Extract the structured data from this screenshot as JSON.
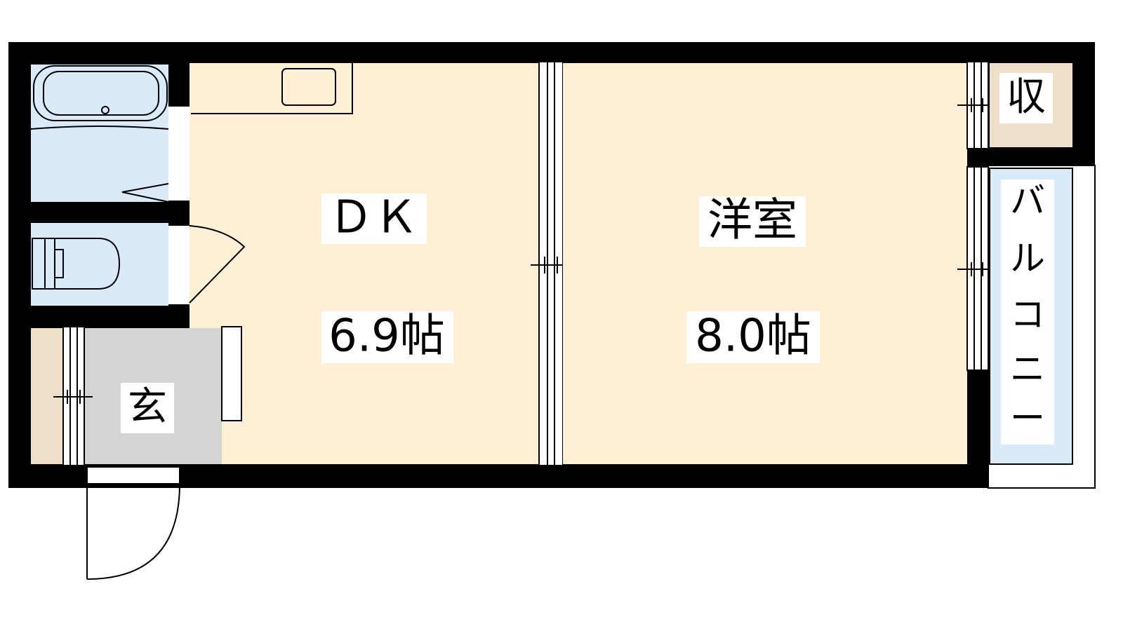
{
  "colors": {
    "wall": "#000000",
    "room_floor": "#fdf0d4",
    "wet_area": "#dbeaf8",
    "storage": "#eedfc8",
    "entrance": "#d4d4d4",
    "background": "#ffffff"
  },
  "rooms": {
    "dk": {
      "name": "ＤＫ",
      "area": "6.9帖"
    },
    "western": {
      "name": "洋室",
      "area": "8.0帖"
    },
    "storage": {
      "name": "収"
    },
    "entrance": {
      "name": "玄"
    },
    "balcony": {
      "name_chars": [
        "バ",
        "ル",
        "コ",
        "ニ",
        "ー"
      ]
    }
  },
  "icons": [
    "bathtub-icon",
    "toilet-icon",
    "kitchen-sink-icon",
    "door-swing-icon",
    "sliding-door-icon"
  ]
}
